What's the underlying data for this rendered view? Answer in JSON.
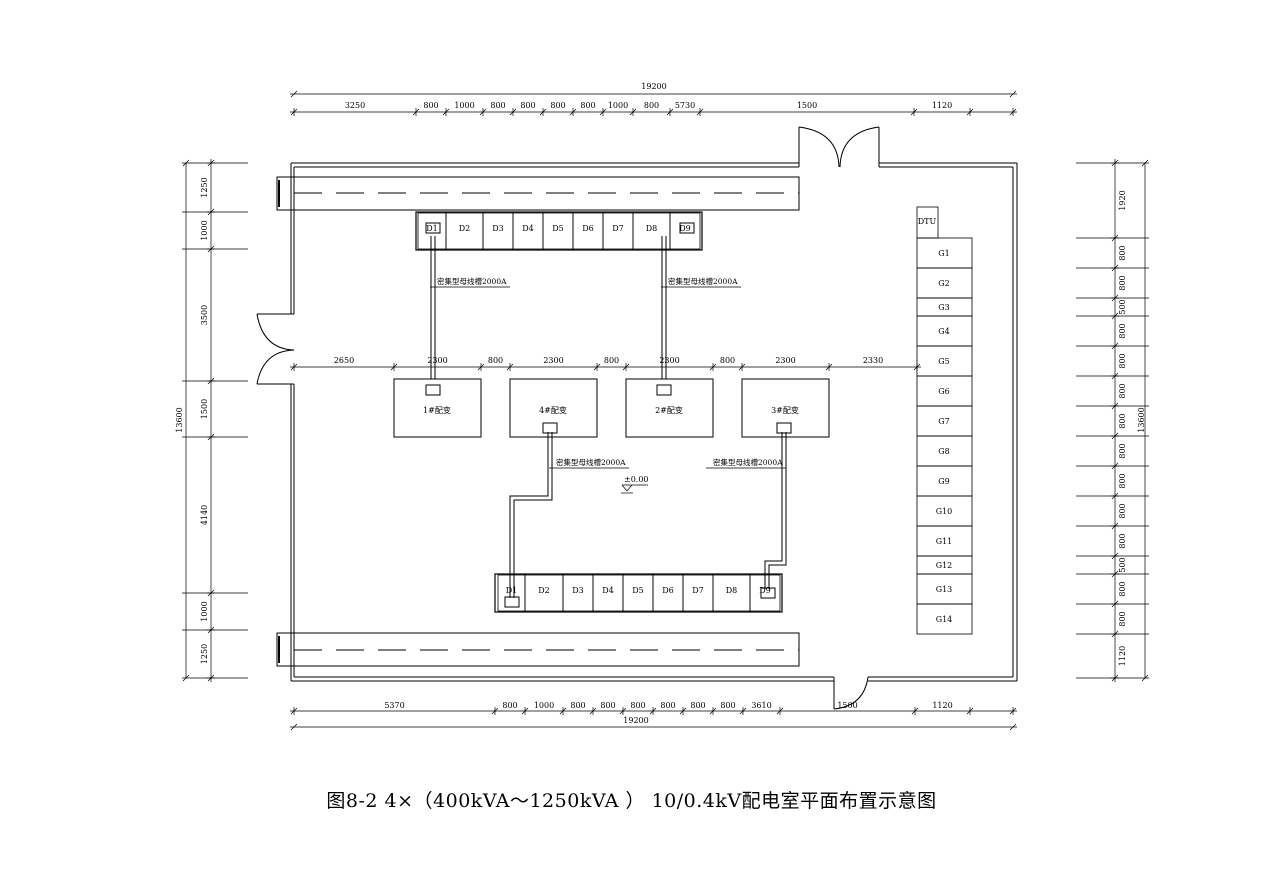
{
  "caption": "图8-2  4×（400kVA～1250kVA ） 10/0.4kV配电室平面布置示意图",
  "dims": {
    "top_total": "19200",
    "top": [
      "3250",
      "800",
      "1000",
      "800",
      "800",
      "800",
      "800",
      "1000",
      "800",
      "5730",
      "1500",
      "1120"
    ],
    "bottom_total": "19200",
    "bottom": [
      "5370",
      "800",
      "1000",
      "800",
      "800",
      "800",
      "800",
      "800",
      "800",
      "3610",
      "1500",
      "1120"
    ],
    "left_total": "13600",
    "left": [
      "1250",
      "1000",
      "3500",
      "1500",
      "4140",
      "1000",
      "1250"
    ],
    "right_total": "13600",
    "right": [
      "1920",
      "800",
      "800",
      "500",
      "800",
      "800",
      "800",
      "800",
      "800",
      "800",
      "800",
      "800",
      "500",
      "800",
      "800",
      "1120"
    ],
    "transformer_row": [
      "2650",
      "2300",
      "800",
      "2300",
      "800",
      "2300",
      "800",
      "2300",
      "2330"
    ]
  },
  "top_panels": [
    "D1",
    "D2",
    "D3",
    "D4",
    "D5",
    "D6",
    "D7",
    "D8",
    "D9"
  ],
  "bottom_panels": [
    "D1",
    "D2",
    "D3",
    "D4",
    "D5",
    "D6",
    "D7",
    "D8",
    "D9"
  ],
  "right_panels": [
    "DTU",
    "G1",
    "G2",
    "G3",
    "G4",
    "G5",
    "G6",
    "G7",
    "G8",
    "G9",
    "G10",
    "G11",
    "G12",
    "G13",
    "G14"
  ],
  "transformers": [
    "1#配变",
    "4#配变",
    "2#配变",
    "3#配变"
  ],
  "busways": [
    "密集型母线槽2000A",
    "密集型母线槽2000A",
    "密集型母线槽2000A",
    "密集型母线槽2000A"
  ],
  "level": "±0.00"
}
